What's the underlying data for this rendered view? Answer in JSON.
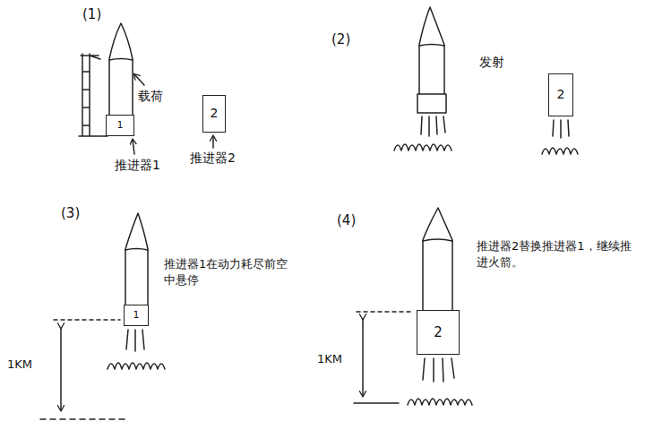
{
  "diagram": {
    "nodes": [
      {
        "text": [
          "1"
        ]
      },
      {
        "text": [
          "2"
        ]
      },
      {
        "text": [
          "2"
        ]
      },
      {
        "text": [
          "1"
        ]
      },
      {
        "text": [
          "2"
        ]
      }
    ],
    "labels": [
      "(1)",
      "载荷",
      "推进器1",
      "推进器2",
      "(2)",
      "发射",
      "(3)",
      "推进器1在动力耗尽前空中悬停",
      "1KM",
      "(4)",
      "推进器2替换推进器1，继续推进火箭。",
      "1KM"
    ]
  }
}
